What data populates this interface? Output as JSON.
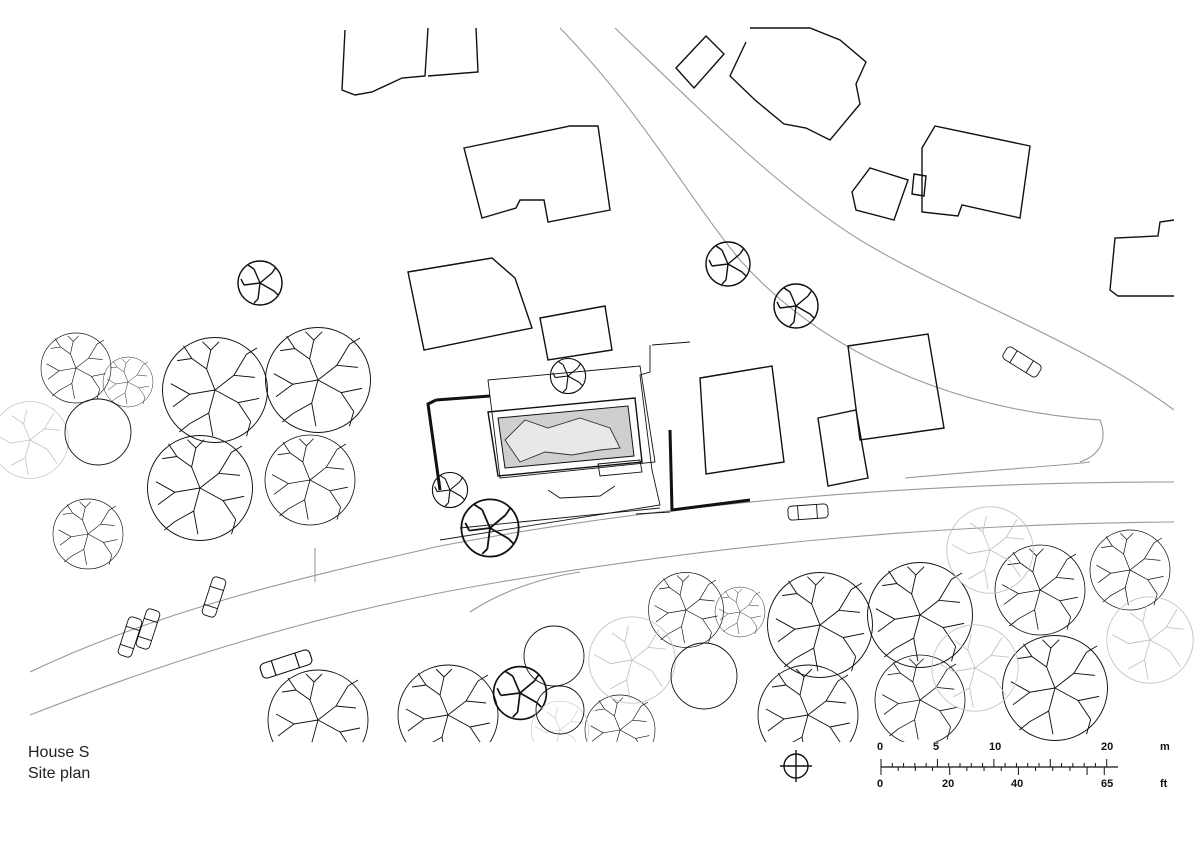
{
  "caption": {
    "line1": "House S",
    "line2": "Site plan"
  },
  "scale_bar": {
    "metric_unit": "m",
    "metric_ticks": [
      "0",
      "5",
      "10",
      "20"
    ],
    "imperial_unit": "ft",
    "imperial_ticks": [
      "0",
      "20",
      "40",
      "65"
    ]
  },
  "north_symbol": "crosshair-circle-icon",
  "colors": {
    "linework": "#111111",
    "roads": "#999999",
    "faded_trees": "#c4c4c4",
    "pool": "#cfcfcf"
  }
}
